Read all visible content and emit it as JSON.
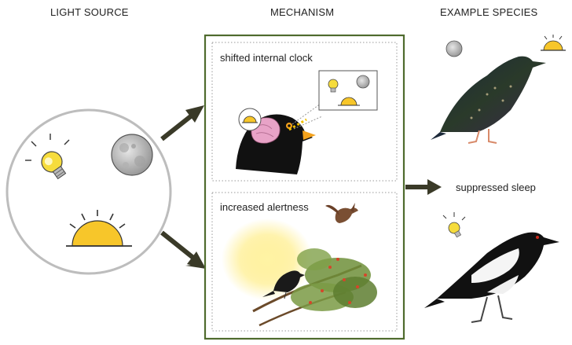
{
  "headers": {
    "light_source": "LIGHT SOURCE",
    "mechanism": "MECHANISM",
    "example_species": "EXAMPLE SPECIES"
  },
  "mechanisms": {
    "clock": "shifted internal clock",
    "alertness": "increased alertness"
  },
  "outcome": "suppressed sleep",
  "colors": {
    "frame_green": "#4f6b2e",
    "arrow": "#3a3a28",
    "bulb_yellow": "#f6dc3c",
    "sun_yellow": "#f7c62a",
    "circle_grey": "#bdbdbd"
  },
  "icons": [
    "light-bulb-icon",
    "moon-icon",
    "sunrise-icon",
    "bird-icon"
  ]
}
